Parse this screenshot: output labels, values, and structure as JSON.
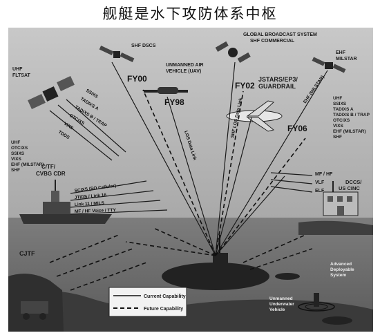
{
  "title": "舰艇是水下攻防体系中枢",
  "labels": {
    "shf_dscs": "SHF DSCS",
    "global_broadcast_1": "GLOBAL BROADCAST SYSTEM",
    "global_broadcast_2": "SHF COMMERCIAL",
    "uhf_fltsat_1": "UHF",
    "uhf_fltsat_2": "FLTSAT",
    "uav_1": "UNMANNED AIR",
    "uav_2": "VEHICLE (UAV)",
    "ehf_milstar_1": "EHF",
    "ehf_milstar_2": "MILSTAR",
    "jstars_1": "JSTARS/EP3/",
    "jstars_2": "GUARDRAIL",
    "fy00": "FY00",
    "fy98": "FY98",
    "fy02": "FY02",
    "fy06": "FY06",
    "left_stack": [
      "UHF",
      "OTCIXS",
      "SSIXS",
      "VIXS",
      "EHF (MILSTAR)",
      "SHF"
    ],
    "ctf_cvbg": "C/TF/",
    "ctf_cvbg_2": "CVBG CDR",
    "right_stack": [
      "UHF",
      "SSIXS",
      "TADIXS A",
      "TADIXS B / TRAP",
      "OTCIXS",
      "VIXS",
      "EHF (MILSTAR)",
      "SHF"
    ],
    "dccs_1": "DCCS/",
    "dccs_2": "US CINC",
    "cjtf": "CJTF",
    "mf_hf": "MF / HF",
    "vlf": "VLF",
    "elf": "ELF",
    "legend_current": "Current Capability",
    "legend_future": "Future Capability",
    "right_bottom_1": "Advanced",
    "right_bottom_2": "Deployable",
    "right_bottom_3": "System",
    "bottom_center_1": "Unmanned",
    "bottom_center_2": "Underwater",
    "bottom_center_3": "Vehicle"
  },
  "link_labels": {
    "sat_fan": [
      "SSIXS",
      "TADIXS A",
      "TADIXS B / TRAP",
      "OTCIXS",
      "VIXS",
      "TDDS"
    ],
    "ship_fan": [
      "SCIXS (SO Cellular)",
      "JTIDS / Link 16",
      "Link 11 / MILS",
      "MF / HF Voice / TTY"
    ],
    "uav_link": "LOS Data Link",
    "jstars_link": "SHF LOS Data Link",
    "ehf_link": "EHF (MILSTAR)"
  }
}
